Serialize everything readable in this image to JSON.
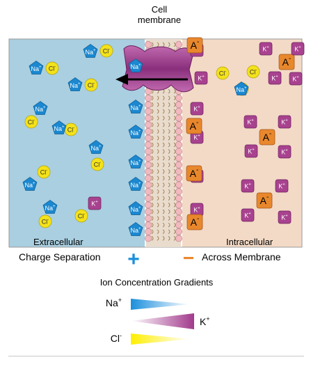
{
  "labels": {
    "cell_membrane": [
      "Cell",
      "membrane"
    ],
    "extracellular": "Extracellular",
    "intracellular": "Intracellular",
    "charge_separation": "Charge Separation",
    "across_membrane": "Across Membrane",
    "gradients_title": "Ion Concentration Gradients"
  },
  "gradients": [
    {
      "ion": "Na",
      "charge": "+",
      "color": "#1b8fdc"
    },
    {
      "ion": "K",
      "charge": "+",
      "color": "#a23a8c"
    },
    {
      "ion": "Cl",
      "charge": "-",
      "color": "#ffee00"
    }
  ],
  "ions": {
    "na": {
      "symbol": "Na",
      "charge": "+",
      "color": "#1b88d0"
    },
    "cl": {
      "symbol": "Cl",
      "charge": "-",
      "color": "#f4e21a"
    },
    "k": {
      "symbol": "K",
      "charge": "+",
      "color": "#a8428f"
    },
    "a": {
      "symbol": "A",
      "charge": "-",
      "color": "#e8872c"
    }
  },
  "symbols": {
    "plus": "+",
    "minus": "−"
  },
  "colors": {
    "extracellular": "#a9cfe0",
    "intracellular": "#f3dac6",
    "membrane_head": "#f2b9bf",
    "channel": "#9a3c8a",
    "plus_sign": "#1b8fdc",
    "minus_sign": "#e8872c"
  }
}
